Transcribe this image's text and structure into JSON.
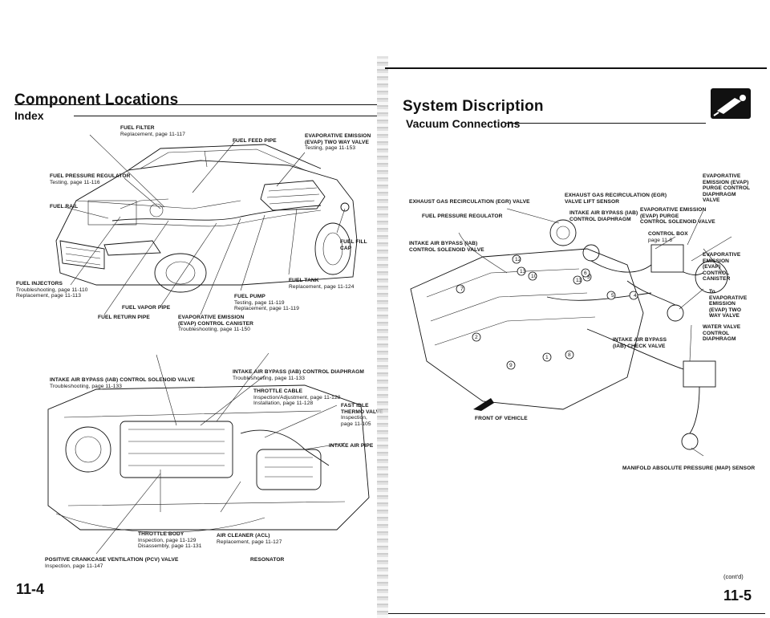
{
  "left_page": {
    "title": "Component Locations",
    "subtitle": "Index",
    "page_number": "11-4",
    "labels": {
      "fuel_filter": {
        "name": "FUEL FILTER",
        "ref": "Replacement, page 11-117"
      },
      "fuel_feed_pipe": {
        "name": "FUEL FEED PIPE"
      },
      "evap_two_way_valve": {
        "name1": "EVAPORATIVE EMISSION",
        "name2": "(EVAP) TWO WAY VALVE",
        "ref": "Testing, page 11-153"
      },
      "fuel_pressure_regulator": {
        "name": "FUEL PRESSURE REGULATOR",
        "ref": "Testing, page 11-116"
      },
      "fuel_rail": {
        "name": "FUEL RAIL"
      },
      "fuel_fill_cap": {
        "name1": "FUEL FILL",
        "name2": "CAP"
      },
      "fuel_tank": {
        "name": "FUEL TANK",
        "ref": "Replacement, page 11-124"
      },
      "fuel_injectors": {
        "name": "FUEL INJECTORS",
        "ref1": "Troubleshooting, page 11-110",
        "ref2": "Replacement, page 11-113"
      },
      "fuel_pump": {
        "name": "FUEL PUMP",
        "ref1": "Testing, page 11-119",
        "ref2": "Replacement, page 11-119"
      },
      "fuel_vapor_pipe": {
        "name": "FUEL VAPOR PIPE"
      },
      "fuel_return_pipe": {
        "name": "FUEL RETURN PIPE"
      },
      "evap_canister": {
        "name1": "EVAPORATIVE EMISSION",
        "name2": "(EVAP) CONTROL CANISTER",
        "ref": "Troubleshooting, page 11-150"
      },
      "iab_solenoid": {
        "name": "INTAKE AIR BYPASS (IAB) CONTROL SOLENOID VALVE",
        "ref": "Troubleshooting, page 11-133"
      },
      "iab_diaphragm": {
        "name": "INTAKE AIR BYPASS (IAB) CONTROL DIAPHRAGM",
        "ref": "Troubleshooting, page 11-133"
      },
      "throttle_cable": {
        "name": "THROTTLE CABLE",
        "ref1": "Inspection/Adjustment, page 11-128",
        "ref2": "Installation, page 11-128"
      },
      "fast_idle": {
        "name1": "FAST IDLE",
        "name2": "THERMO VALVE",
        "ref1": "Inspection,",
        "ref2": "page 11-105"
      },
      "intake_air_pipe": {
        "name": "INTAKE AIR PIPE"
      },
      "throttle_body": {
        "name": "THROTTLE BODY",
        "ref1": "Inspection, page 11-129",
        "ref2": "Disassembly, page 11-131"
      },
      "air_cleaner": {
        "name": "AIR CLEANER (ACL)",
        "ref": "Replacement, page 11-127"
      },
      "resonator": {
        "name": "RESONATOR"
      },
      "pcv_valve": {
        "name": "POSITIVE CRANKCASE VENTILATION (PCV) VALVE",
        "ref": "Inspection, page 11-147"
      }
    }
  },
  "right_page": {
    "title": "System Discription",
    "subtitle": "Vacuum Connections",
    "page_number": "11-5",
    "continued": "(cont'd)",
    "labels": {
      "evap_purge_diaphragm": {
        "l1": "EVAPORATIVE",
        "l2": "EMISSION (EVAP)",
        "l3": "PURGE CONTROL",
        "l4": "DIAPHRAGM",
        "l5": "VALVE"
      },
      "egr_valve": {
        "name": "EXHAUST GAS RECIRCULATION (EGR) VALVE"
      },
      "egr_lift_sensor": {
        "l1": "EXHAUST GAS RECIRCULATION (EGR)",
        "l2": "VALVE LIFT SENSOR"
      },
      "fuel_pressure_regulator": {
        "name": "FUEL PRESSURE REGULATOR"
      },
      "iab_diaphragm": {
        "l1": "INTAKE AIR BYPASS (IAB)",
        "l2": "CONTROL DIAPHRAGM"
      },
      "evap_purge_solenoid": {
        "l1": "EVAPORATIVE EMISSION",
        "l2": "(EVAP) PURGE",
        "l3": "CONTROL SOLENOID VALVE"
      },
      "iab_solenoid": {
        "l1": "INTAKE AIR BYPASS (IAB)",
        "l2": "CONTROL SOLENOID VALVE"
      },
      "control_box": {
        "name": "CONTROL BOX",
        "ref": "page 11-6"
      },
      "evap_canister": {
        "l1": "EVAPORATIVE",
        "l2": "EMISSION",
        "l3": "(EVAP)",
        "l4": "CONTROL",
        "l5": "CANISTER"
      },
      "evap_two_way": {
        "l1": "To",
        "l2": "EVAPORATIVE",
        "l3": "EMISSION",
        "l4": "(EVAP) TWO",
        "l5": "WAY VALVE"
      },
      "water_valve": {
        "l1": "WATER VALVE",
        "l2": "CONTROL",
        "l3": "DIAPHRAGM"
      },
      "iab_check_valve": {
        "l1": "INTAKE AIR BYPASS",
        "l2": "(IAB) CHECK VALVE"
      },
      "front_of_vehicle": {
        "name": "FRONT OF VEHICLE"
      },
      "map_sensor": {
        "name": "MANIFOLD ABSOLUTE PRESSURE (MAP) SENSOR"
      },
      "hose_numbers": [
        "12",
        "13",
        "7",
        "3",
        "5",
        "4",
        "6",
        "10",
        "11",
        "8",
        "1",
        "9",
        "2"
      ]
    }
  }
}
